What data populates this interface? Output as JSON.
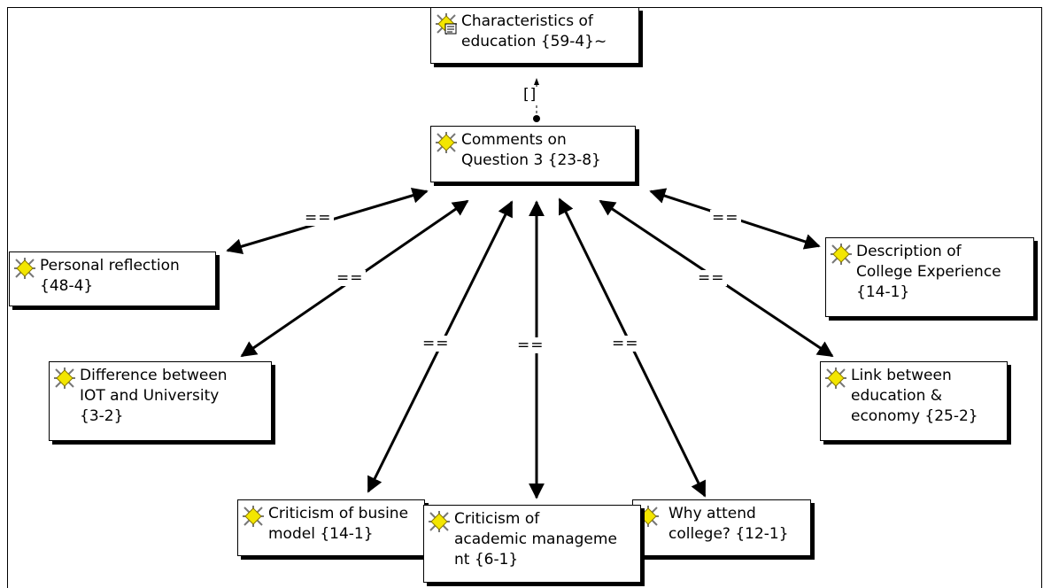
{
  "diagram": {
    "nodes": {
      "characteristics": {
        "label": "Characteristics of\neducation {59-4}~",
        "icon": "code-with-memo-icon"
      },
      "comments": {
        "label": "Comments on\nQuestion 3 {23-8}",
        "icon": "code-icon"
      },
      "personal": {
        "label": "Personal reflection\n{48-4}",
        "icon": "code-icon"
      },
      "description": {
        "label": "Description of\nCollege Experience\n{14-1}",
        "icon": "code-icon"
      },
      "difference": {
        "label": "Difference between\nIOT and University\n{3-2}",
        "icon": "code-icon"
      },
      "link": {
        "label": "Link between\neducation &\neconomy {25-2}",
        "icon": "code-icon"
      },
      "business": {
        "label": "Criticism of busine\nmodel {14-1}",
        "icon": "code-icon"
      },
      "academic": {
        "label": "Criticism of\nacademic manageme\nnt {6-1}",
        "icon": "code-icon"
      },
      "why": {
        "label": "Why attend\ncollege? {12-1}",
        "icon": "code-icon"
      }
    },
    "edge_labels": {
      "bracket": "[]",
      "personal": "==",
      "difference": "==",
      "business": "==",
      "academic": "==",
      "why": "==",
      "link": "==",
      "description": "=="
    }
  }
}
